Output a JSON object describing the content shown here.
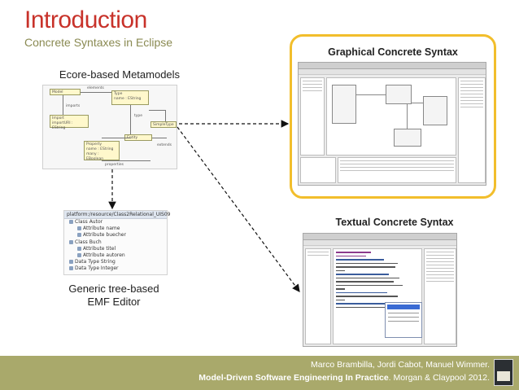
{
  "slide": {
    "title": "Introduction",
    "subtitle": "Concrete Syntaxes in Eclipse"
  },
  "labels": {
    "metamodels": "Ecore-based Metamodels",
    "tree_editor_line1": "Generic tree-based",
    "tree_editor_line2": "EMF Editor",
    "graphical": "Graphical Concrete Syntax",
    "textual": "Textual Concrete Syntax"
  },
  "metamodel_diagram": {
    "boxes": [
      "Model",
      "Type",
      "name : EString",
      "Import",
      "importURI : EString",
      "SimpleType",
      "Property",
      "name : EString",
      "many : EBoolean",
      "Entity"
    ],
    "edges": [
      "elements",
      "imports",
      "properties",
      "extends",
      "type"
    ]
  },
  "tree_editor": {
    "header": "platform:/resource/Class2Relational_UIS09",
    "rows": [
      "Class Autor",
      "Attribute name",
      "Attribute buecher",
      "Class Buch",
      "Attribute titel",
      "Attribute autoren",
      "Data Type String",
      "Data Type Integer"
    ]
  },
  "footer": {
    "authors": "Marco Brambilla, Jordi Cabot, Manuel Wimmer.",
    "book_title": "Model-Driven Software Engineering In Practice",
    "publisher": ". Morgan & Claypool 2012."
  },
  "colors": {
    "title_red": "#c8322a",
    "subtitle_olive": "#8a8a52",
    "highlight_yellow": "#f2be2c",
    "footer_olive": "#a9a96b"
  }
}
